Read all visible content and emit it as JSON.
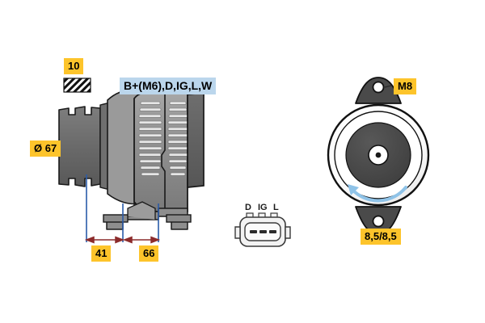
{
  "drawing": {
    "title": "Alternator technical drawing",
    "background_color": "#ffffff"
  },
  "colors": {
    "callout_yellow": "#FDC42B",
    "callout_blue": "#BBD6EC",
    "body_gray": "#8C8C8C",
    "body_gray_light": "#B4B4B4",
    "body_gray_dark": "#5A5A5A",
    "outline_black": "#1A1A1A",
    "dimension_blue": "#2A5BA8",
    "dimension_red": "#8C2B2B",
    "rotation_arrow_blue": "#8FC3E8"
  },
  "labels": {
    "pulley_groove_count": "10",
    "pulley_diameter": "Ø 67",
    "terminals": "B+(M6),D,IG,L,W",
    "dim_a": "41",
    "dim_b": "66",
    "mount_thread": "M8",
    "torque": "8,5/8,5"
  },
  "connector": {
    "name": "plug-connector",
    "pins": [
      "D",
      "IG",
      "L"
    ],
    "pin_count": 3
  },
  "icons": {
    "belt_hatch": "hatched-belt-icon",
    "rotation": "rotation-arrow-icon"
  },
  "views": {
    "side": {
      "name": "alternator-side-view",
      "pulley_grooves": 2
    },
    "end": {
      "name": "alternator-end-view",
      "mounting_holes": 2
    }
  }
}
